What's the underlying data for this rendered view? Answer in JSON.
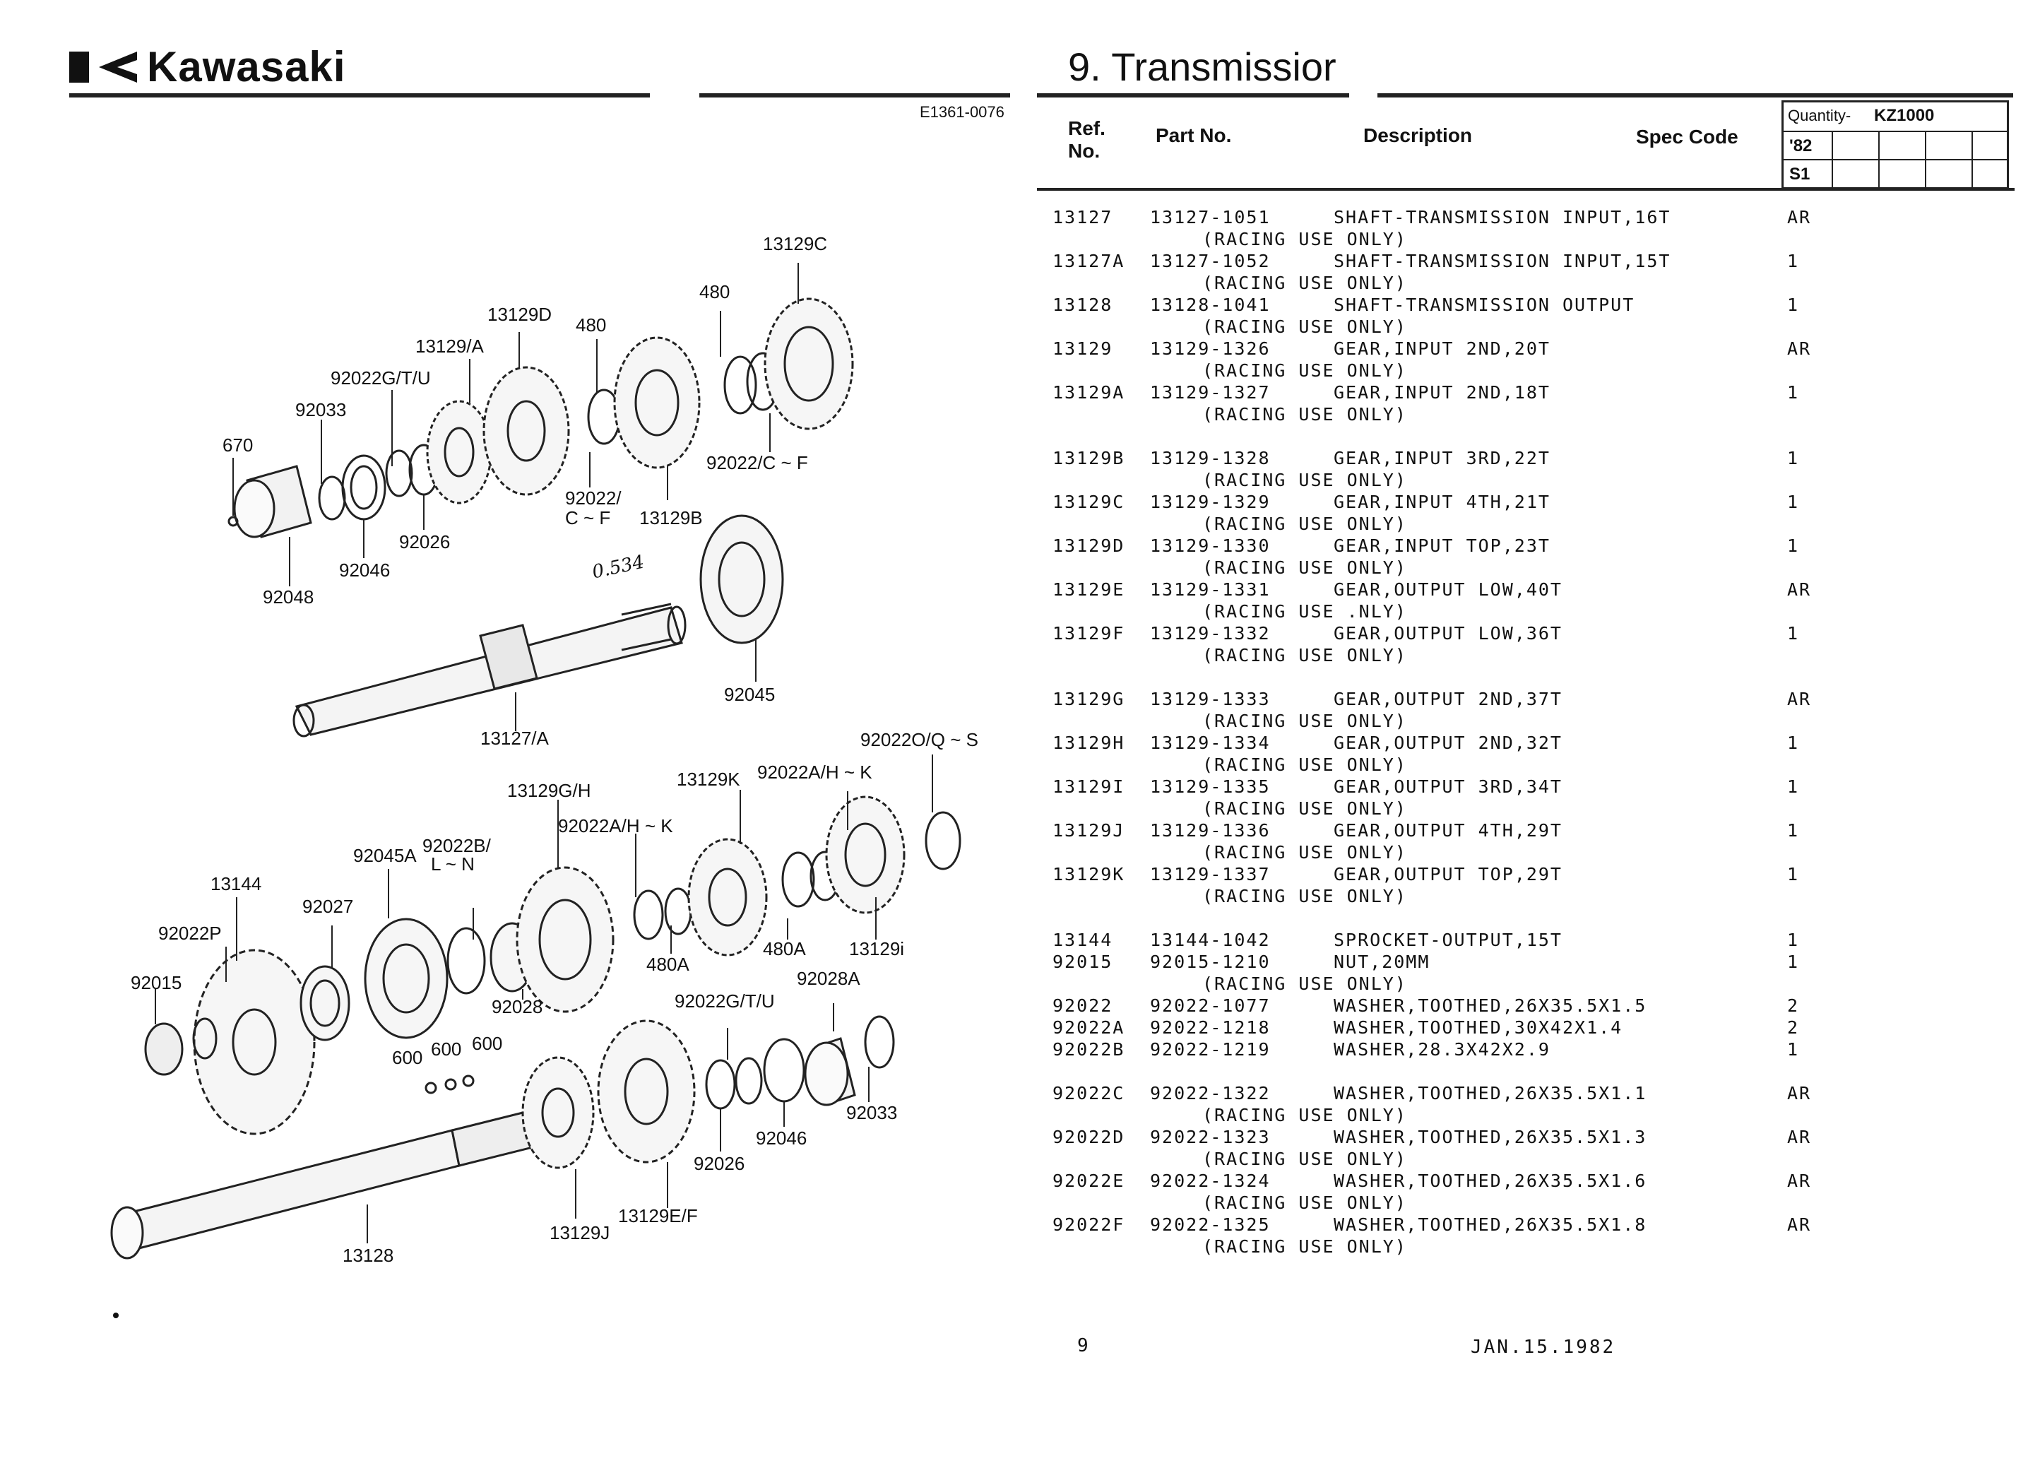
{
  "header": {
    "brand": "Kawasaki",
    "section_title": "9. Transmissior",
    "diagram_code": "E1361-0076"
  },
  "table_header": {
    "ref_no": "Ref.\nNo.",
    "ref_no_line1": "Ref.",
    "ref_no_line2": "No.",
    "part_no": "Part No.",
    "description": "Description",
    "spec_code": "Spec Code",
    "quantity_label": "Quantity-",
    "model": "KZ1000",
    "year": "'82",
    "variant": "S1"
  },
  "parts": [
    {
      "ref": "13127",
      "part": "13127-1051",
      "desc": "SHAFT-TRANSMISSION INPUT,16T",
      "note": "(RACING USE ONLY)",
      "qty": "AR"
    },
    {
      "ref": "13127A",
      "part": "13127-1052",
      "desc": "SHAFT-TRANSMISSION INPUT,15T",
      "note": "(RACING USE ONLY)",
      "qty": "1"
    },
    {
      "ref": "13128",
      "part": "13128-1041",
      "desc": "SHAFT-TRANSMISSION OUTPUT",
      "note": "(RACING USE ONLY)",
      "qty": "1"
    },
    {
      "ref": "13129",
      "part": "13129-1326",
      "desc": "GEAR,INPUT 2ND,20T",
      "note": "(RACING USE ONLY)",
      "qty": "AR"
    },
    {
      "ref": "13129A",
      "part": "13129-1327",
      "desc": "GEAR,INPUT 2ND,18T",
      "note": "(RACING USE ONLY)",
      "qty": "1",
      "gap_after": true
    },
    {
      "ref": "13129B",
      "part": "13129-1328",
      "desc": "GEAR,INPUT 3RD,22T",
      "note": "(RACING USE ONLY)",
      "qty": "1"
    },
    {
      "ref": "13129C",
      "part": "13129-1329",
      "desc": "GEAR,INPUT 4TH,21T",
      "note": "(RACING USE ONLY)",
      "qty": "1"
    },
    {
      "ref": "13129D",
      "part": "13129-1330",
      "desc": "GEAR,INPUT TOP,23T",
      "note": "(RACING USE ONLY)",
      "qty": "1"
    },
    {
      "ref": "13129E",
      "part": "13129-1331",
      "desc": "GEAR,OUTPUT LOW,40T",
      "note": "(RACING USE .NLY)",
      "qty": "AR"
    },
    {
      "ref": "13129F",
      "part": "13129-1332",
      "desc": "GEAR,OUTPUT LOW,36T",
      "note": "(RACING USE ONLY)",
      "qty": "1",
      "gap_after": true
    },
    {
      "ref": "13129G",
      "part": "13129-1333",
      "desc": "GEAR,OUTPUT 2ND,37T",
      "note": "(RACING USE ONLY)",
      "qty": "AR"
    },
    {
      "ref": "13129H",
      "part": "13129-1334",
      "desc": "GEAR,OUTPUT 2ND,32T",
      "note": "(RACING USE ONLY)",
      "qty": "1"
    },
    {
      "ref": "13129I",
      "part": "13129-1335",
      "desc": "GEAR,OUTPUT 3RD,34T",
      "note": "(RACING USE ONLY)",
      "qty": "1"
    },
    {
      "ref": "13129J",
      "part": "13129-1336",
      "desc": "GEAR,OUTPUT 4TH,29T",
      "note": "(RACING USE ONLY)",
      "qty": "1"
    },
    {
      "ref": "13129K",
      "part": "13129-1337",
      "desc": "GEAR,OUTPUT TOP,29T",
      "note": "(RACING USE ONLY)",
      "qty": "1",
      "gap_after": true
    },
    {
      "ref": "13144",
      "part": "13144-1042",
      "desc": "SPROCKET-OUTPUT,15T",
      "note": "",
      "qty": "1"
    },
    {
      "ref": "92015",
      "part": "92015-1210",
      "desc": "NUT,20MM",
      "note": "(RACING USE ONLY)",
      "qty": "1"
    },
    {
      "ref": "92022",
      "part": "92022-1077",
      "desc": "WASHER,TOOTHED,26X35.5X1.5",
      "note": "",
      "qty": "2"
    },
    {
      "ref": "92022A",
      "part": "92022-1218",
      "desc": "WASHER,TOOTHED,30X42X1.4",
      "note": "",
      "qty": "2"
    },
    {
      "ref": "92022B",
      "part": "92022-1219",
      "desc": "WASHER,28.3X42X2.9",
      "note": "",
      "qty": "1",
      "gap_after": true
    },
    {
      "ref": "92022C",
      "part": "92022-1322",
      "desc": "WASHER,TOOTHED,26X35.5X1.1",
      "note": "(RACING USE ONLY)",
      "qty": "AR"
    },
    {
      "ref": "92022D",
      "part": "92022-1323",
      "desc": "WASHER,TOOTHED,26X35.5X1.3",
      "note": "(RACING USE ONLY)",
      "qty": "AR"
    },
    {
      "ref": "92022E",
      "part": "92022-1324",
      "desc": "WASHER,TOOTHED,26X35.5X1.6",
      "note": "(RACING USE ONLY)",
      "qty": "AR"
    },
    {
      "ref": "92022F",
      "part": "92022-1325",
      "desc": "WASHER,TOOTHED,26X35.5X1.8",
      "note": "(RACING USE ONLY)",
      "qty": "AR"
    }
  ],
  "diagram_labels": {
    "l13129C": "13129C",
    "l480a": "480",
    "l13129D": "13129D",
    "l480b": "480",
    "l13129A": "13129/A",
    "l92022GTU": "92022G/T/U",
    "l92033": "92033",
    "l670": "670",
    "l92022CF_right": "92022/C ~ F",
    "l92022_1": "92022/",
    "l92022_2": "C ~ F",
    "l13129B": "13129B",
    "l92026": "92026",
    "l92046": "92046",
    "l92048": "92048",
    "l0534": "0.534",
    "l92045": "92045",
    "l13127A": "13127/A",
    "l92022OQS": "92022O/Q ~ S",
    "l13129K": "13129K",
    "l92022AHK_top": "92022A/H ~ K",
    "l13129GH": "13129G/H",
    "l92022AHK_mid": "92022A/H ~ K",
    "l92045A": "92045A",
    "l13144": "13144",
    "l92022B_1": "92022B/",
    "l92022B_2": "L ~ N",
    "l92027": "92027",
    "l92022P": "92022P",
    "l480A_a": "480A",
    "l13129I": "13129i",
    "l480A_b": "480A",
    "l92015": "92015",
    "l92028": "92028",
    "l92028A": "92028A",
    "l92022GTU_b": "92022G/T/U",
    "l600a": "600",
    "l600b": "600",
    "l600c": "600",
    "l92033b": "92033",
    "l92046b": "92046",
    "l92026b": "92026",
    "l13128": "13128",
    "l13129J": "13129J",
    "l13129EF": "13129E/F"
  },
  "footer": {
    "page_number": "9",
    "date": "JAN.15.1982"
  }
}
